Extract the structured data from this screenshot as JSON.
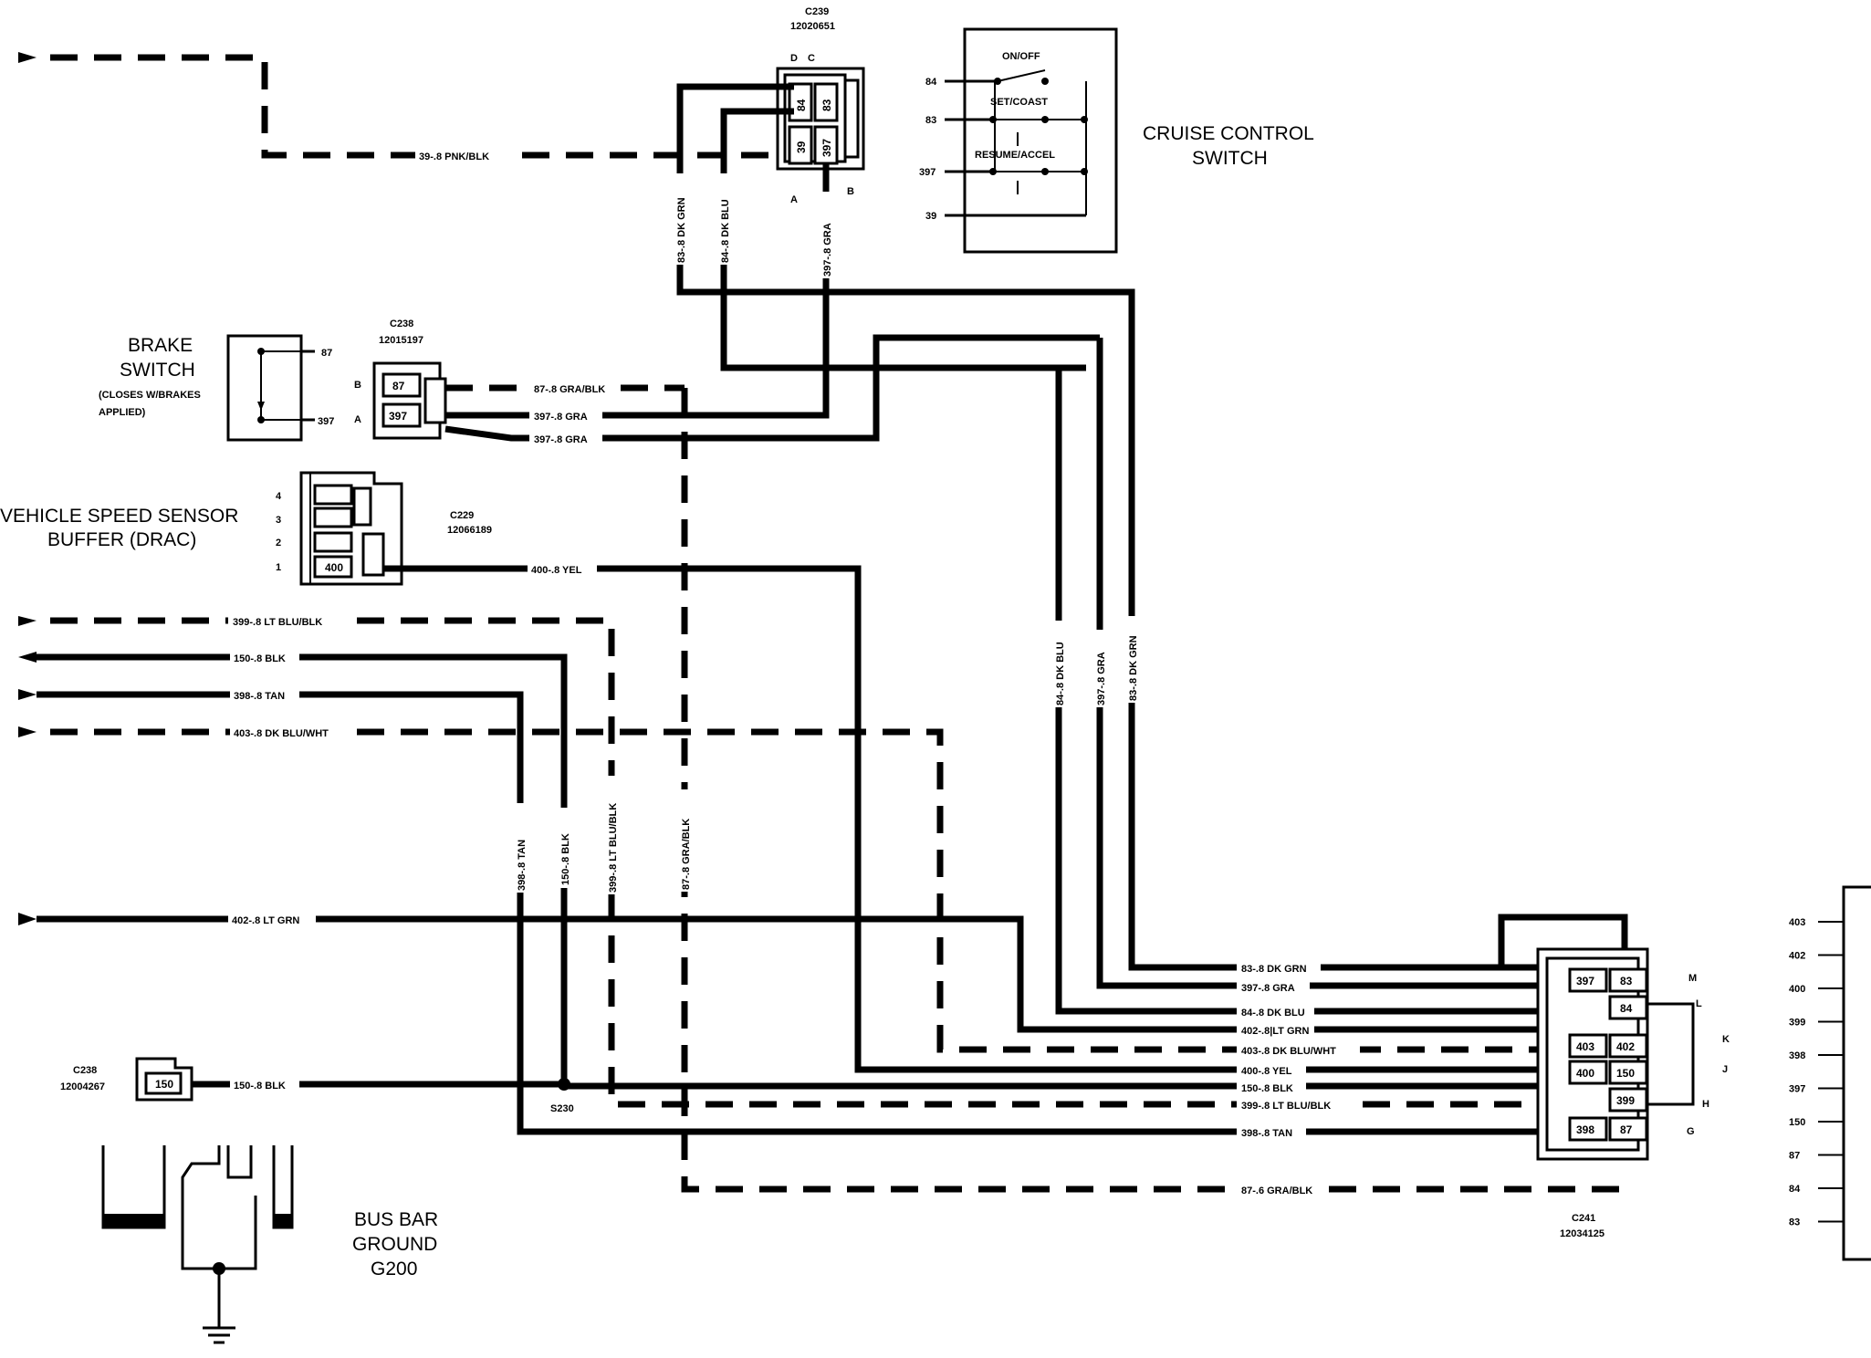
{
  "components": {
    "cruise_switch": {
      "title_line1": "CRUISE CONTROL",
      "title_line2": "SWITCH",
      "on_off": "ON/OFF",
      "set_coast": "SET/COAST",
      "resume_accel": "RESUME/ACCEL",
      "pins": [
        "84",
        "83",
        "397",
        "39"
      ]
    },
    "brake_switch": {
      "title_line1": "BRAKE",
      "title_line2": "SWITCH",
      "note_line1": "(CLOSES W/BRAKES",
      "note_line2": "APPLIED)",
      "pins": [
        "87",
        "397"
      ]
    },
    "vss_buffer": {
      "title_line1": "VEHICLE SPEED SENSOR",
      "title_line2": "BUFFER (DRAC)",
      "connector": "C229",
      "part": "12066189",
      "pin_numbers": [
        "4",
        "3",
        "2",
        "1"
      ],
      "pin_400": "400"
    },
    "bus_bar": {
      "title_line1": "BUS BAR",
      "title_line2": "GROUND",
      "title_line3": "G200"
    }
  },
  "connectors": {
    "c239": {
      "name": "C239",
      "part": "12020651",
      "cavities": [
        "84",
        "83",
        "39",
        "397"
      ],
      "letters": [
        "D",
        "C",
        "A",
        "B"
      ]
    },
    "c238_brake": {
      "name": "C238",
      "part": "12015197",
      "cavities": [
        "87",
        "397"
      ],
      "letters": [
        "B",
        "A"
      ]
    },
    "c238_ground": {
      "name": "C238",
      "part": "12004267",
      "cavity": "150"
    },
    "c241": {
      "name": "C241",
      "part": "12034125",
      "cavities": [
        "397",
        "83",
        "84",
        "403",
        "402",
        "400",
        "150",
        "399",
        "398",
        "87"
      ],
      "letters": [
        "M",
        "L",
        "K",
        "J",
        "H",
        "G"
      ]
    },
    "splice": {
      "name": "S230"
    }
  },
  "wires": {
    "w39_pnk_blk": "39-.8 PNK/BLK",
    "w83_dk_grn": "83-.8 DK GRN",
    "w84_dk_blu": "84-.8 DK BLU",
    "w397_gra": "397-.8 GRA",
    "w87_gra_blk": "87-.8 GRA/BLK",
    "w397_gra_a": "397-.8 GRA",
    "w397_gra_b": "397-.8 GRA",
    "w400_yel": "400-.8 YEL",
    "w399_lt_blu_blk": "399-.8 LT BLU/BLK",
    "w150_blk": "150-.8 BLK",
    "w398_tan": "398-.8 TAN",
    "w403_dk_blu_wht": "403-.8 DK BLU/WHT",
    "w402_lt_grn": "402-.8 LT GRN",
    "w150_blk_g": "150-.8 BLK",
    "v398_tan": "398-.8 TAN",
    "v150_blk": "150-.8 BLK",
    "v399_lt_blu_blk": "399-.8 LT BLU/BLK",
    "v87_gra_blk": "87-.8 GRA/BLK",
    "v84_dk_blu": "84-.8 DK BLU",
    "v397_gra": "397-.8 GRA",
    "v83_dk_grn": "83-.8 DK GRN",
    "r83_dk_grn": "83-.8 DK GRN",
    "r397_gra": "397-.8 GRA",
    "r84_dk_blu": "84-.8 DK BLU",
    "r402_lt_grn": "402-.8|LT GRN",
    "r403_dk_blu_wht": "403-.8 DK BLU/WHT",
    "r400_yel": "400-.8 YEL",
    "r150_blk": "150-.8 BLK",
    "r399_lt_blu_blk": "399-.8 LT BLU/BLK",
    "r398_tan": "398-.8 TAN",
    "r87_gra_blk": "87-.6 GRA/BLK"
  },
  "right_edge_pins": [
    "403",
    "402",
    "400",
    "399",
    "398",
    "397",
    "150",
    "87",
    "84",
    "83"
  ]
}
